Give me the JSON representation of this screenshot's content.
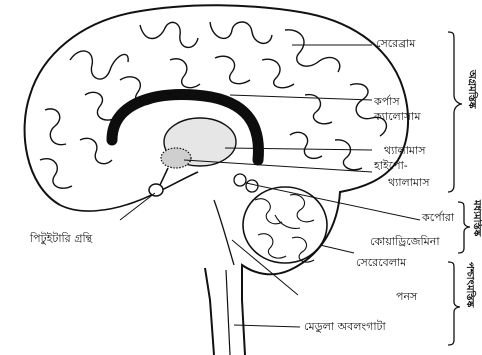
{
  "labels": {
    "cerebrum": "সেরেব্রাম",
    "corpus_callosum_1": "কর্পাস",
    "corpus_callosum_2": "ক্যালোসাম",
    "thalamus": "থ্যালামাস",
    "hypothalamus_1": "হাইপো-",
    "hypothalamus_2": "থ্যালামাস",
    "corpora_1": "কর্পোরা",
    "corpora_2": "কোয়াড্রিজেমিনা",
    "cerebellum": "সেরেবেলাম",
    "pons": "পনস",
    "medulla": "মেডুলা অবলংগাটা",
    "pituitary": "পিটুইটারি গ্রন্থি"
  },
  "groups": {
    "forebrain": "অগ্রমস্তিষ্ক",
    "midbrain": "মধ্যমস্তিষ্ক",
    "hindbrain": "পশ্চাৎমস্তিষ্ক"
  }
}
